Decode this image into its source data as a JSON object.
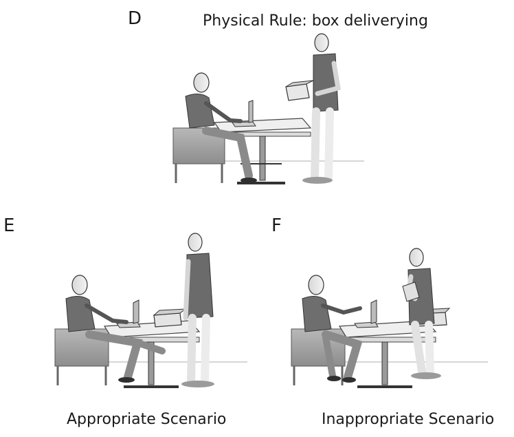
{
  "panels": [
    {
      "letter": "D",
      "title": "Physical Rule: box deliverying"
    },
    {
      "letter": "E",
      "caption": "Appropriate Scenario"
    },
    {
      "letter": "F",
      "caption": "Inappropriate Scenario"
    }
  ]
}
